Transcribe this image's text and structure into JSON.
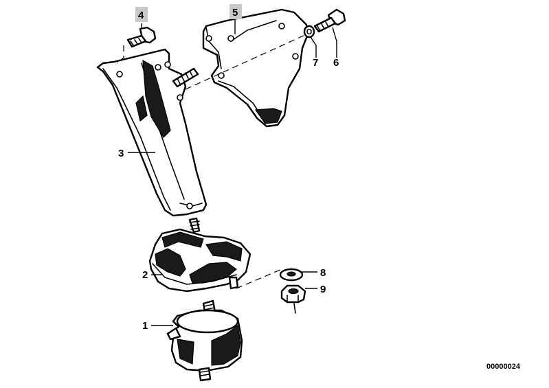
{
  "diagram": {
    "labels": {
      "p1": "1",
      "p2": "2",
      "p3": "3",
      "p4": "4",
      "p5": "5",
      "p6": "6",
      "p7": "7",
      "p8": "8",
      "p9": "9"
    },
    "highlighted_labels": [
      "4",
      "5"
    ],
    "highlight_color": "#c8c8c8",
    "drawing_code": "00000024"
  }
}
